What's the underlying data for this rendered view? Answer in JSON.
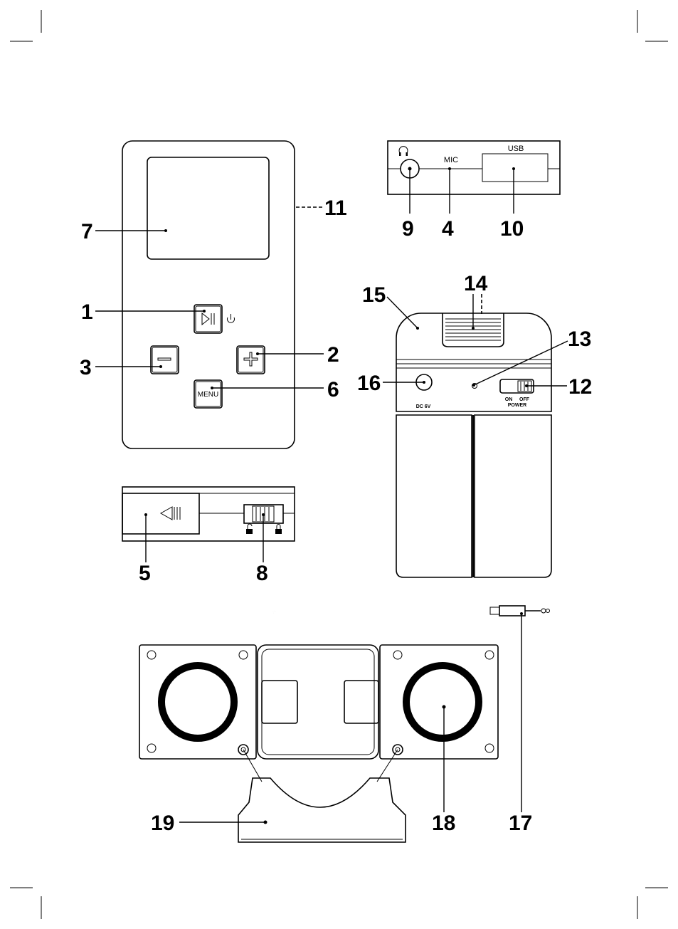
{
  "callouts": [
    "1",
    "2",
    "3",
    "4",
    "5",
    "6",
    "7",
    "8",
    "9",
    "10",
    "11",
    "12",
    "13",
    "14",
    "15",
    "16",
    "17",
    "18",
    "19"
  ],
  "labels": {
    "usb": "USB",
    "mic": "MIC",
    "menu": "MENU",
    "on": "ON",
    "off": "OFF",
    "power": "POWER",
    "dc": "DC 6V"
  }
}
